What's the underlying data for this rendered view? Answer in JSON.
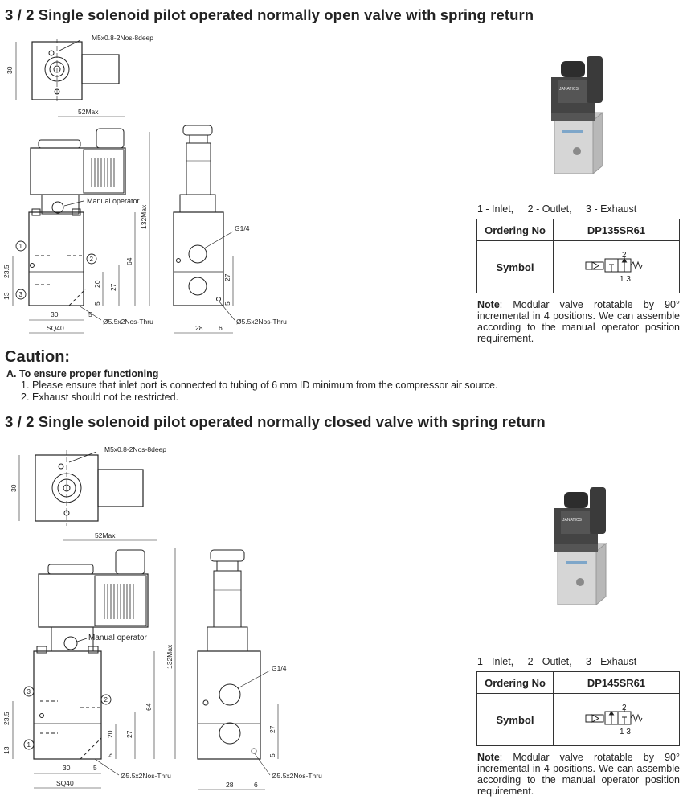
{
  "section_top": {
    "title": "3 / 2 Single solenoid pilot operated normally open valve with spring return",
    "labels": {
      "mounting": "M5x0.8-2Nos-8deep",
      "top_height": "30",
      "width_max": "52Max",
      "manual_operator": "Manual operator",
      "height_max": "132Max",
      "d64": "64",
      "d23_5": "23.5",
      "d13": "13",
      "d20": "20",
      "d27": "27",
      "d5": "5",
      "d30": "30",
      "d5b": "5",
      "sq40": "SQ40",
      "thru_left": "Ø5.5x2Nos-Thru",
      "port_g": "G1/4",
      "side_27": "27",
      "side_5": "5",
      "d28": "28",
      "d6": "6",
      "thru_right": "Ø5.5x2Nos-Thru",
      "port_a": "1",
      "port_b": "2",
      "port_c": "3"
    },
    "ports_legend": [
      "1 - Inlet,",
      "2 - Outlet,",
      "3 - Exhaust"
    ],
    "ordering_label": "Ordering No",
    "ordering_no": "DP135SR61",
    "symbol_label": "Symbol",
    "symbol_ports": {
      "top": "2",
      "bottom": "1 3"
    },
    "note_label": "Note",
    "note_text": ": Modular valve rotatable by 90° incremental in 4 positions. We can assemble according to the manual operator position requirement.",
    "photo_brand": "JANATICS"
  },
  "caution": {
    "title": "Caution:",
    "subtitle": "A.  To ensure proper functioning",
    "items": [
      {
        "num": "1.",
        "text": "Please ensure that inlet port is connected to tubing of 6 mm ID minimum from the compressor air source."
      },
      {
        "num": "2.",
        "text": "Exhaust should not be restricted."
      }
    ]
  },
  "section_bottom": {
    "title": "3 / 2 Single solenoid pilot operated normally closed valve with spring return",
    "labels": {
      "mounting": "M5x0.8-2Nos-8deep",
      "top_height": "30",
      "width_max": "52Max",
      "manual_operator": "Manual operator",
      "height_max": "132Max",
      "d64": "64",
      "d23_5": "23.5",
      "d13": "13",
      "d20": "20",
      "d27": "27",
      "d5": "5",
      "d30": "30",
      "d5b": "5",
      "sq40": "SQ40",
      "thru_left": "Ø5.5x2Nos-Thru",
      "port_g": "G1/4",
      "side_27": "27",
      "side_5": "5",
      "d28": "28",
      "d6": "6",
      "thru_right": "Ø5.5x2Nos-Thru",
      "port_a": "3",
      "port_b": "2",
      "port_c": "1"
    },
    "ports_legend": [
      "1 - Inlet,",
      "2 - Outlet,",
      "3 - Exhaust"
    ],
    "ordering_label": "Ordering No",
    "ordering_no": "DP145SR61",
    "symbol_label": "Symbol",
    "symbol_ports": {
      "top": "2",
      "bottom": "1 3"
    },
    "note_label": "Note",
    "note_text": ": Modular valve rotatable by 90° incremental in 4 positions. We can assemble according to the manual operator position requirement.",
    "photo_brand": "JANATICS"
  }
}
